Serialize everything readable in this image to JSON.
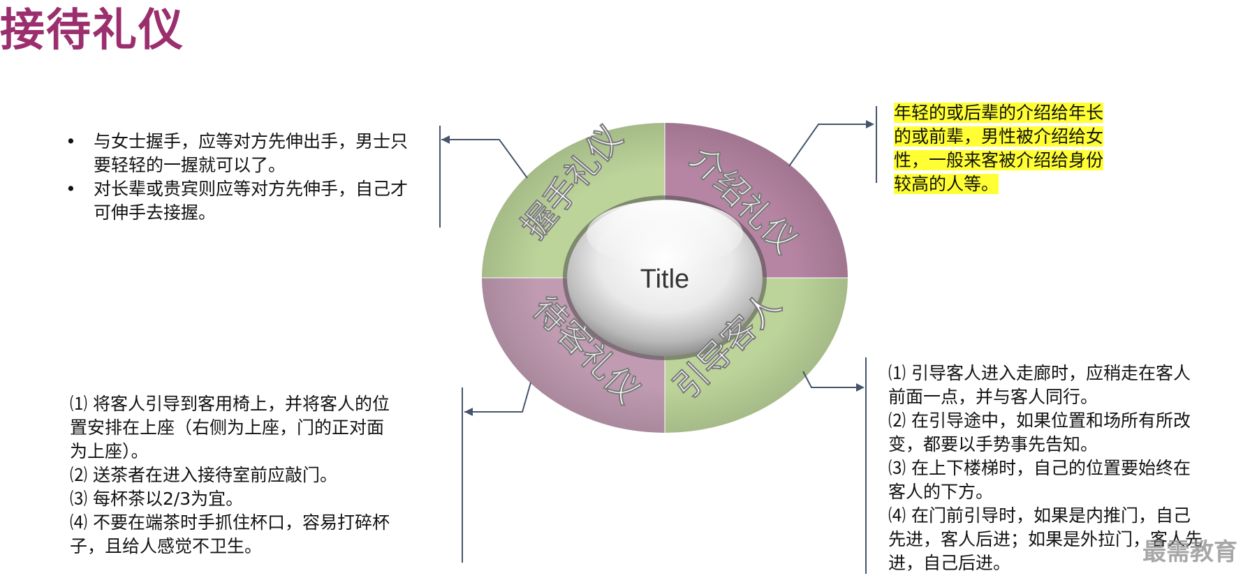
{
  "title": "接待礼仪",
  "center": {
    "label": "Title"
  },
  "quadrants": [
    {
      "label": "握手礼仪",
      "color": "#bcd49a"
    },
    {
      "label": "介绍礼仪",
      "color": "#b685a3"
    },
    {
      "label": "引导客人",
      "color": "#bcd49a"
    },
    {
      "label": "待客礼仪",
      "color": "#c09bb2"
    }
  ],
  "top_left": {
    "bullets": [
      "与女士握手，应等对方先伸出手，男士只要轻轻的一握就可以了。",
      "对长辈或贵宾则应等对方先伸手，自己才可伸手去接握。"
    ]
  },
  "top_right": {
    "lines": [
      "年轻的或后辈的介绍给年长",
      "的或前辈，男性被介绍给女",
      "性，一般来客被介绍给身份",
      "较高的人等。"
    ],
    "highlight_color": "#ffff33"
  },
  "bottom_left": {
    "lines": [
      "⑴ 将客人引导到客用椅上，并将客人的位",
      "置安排在上座（右侧为上座，门的正对面",
      "为上座）。",
      "⑵ 送茶者在进入接待室前应敲门。",
      "⑶ 每杯茶以2/3为宜。",
      "⑷ 不要在端茶时手抓住杯口，容易打碎杯",
      "子，且给人感觉不卫生。"
    ]
  },
  "bottom_right": {
    "lines": [
      "⑴ 引导客人进入走廊时，应稍走在客人",
      "前面一点，并与客人同行。",
      "⑵ 在引导途中，如果位置和场所有所改",
      "变，都要以手势事先告知。",
      "⑶ 在上下楼梯时，自己的位置要始终在",
      "客人的下方。",
      "⑷ 在门前引导时，如果是内推门，自己",
      "先进，客人后进；如果是外拉门，客人先",
      "进，自己后进。"
    ]
  },
  "watermark": "最需教育",
  "colors": {
    "title": "#9b2f6e",
    "connector": "#44546a"
  }
}
